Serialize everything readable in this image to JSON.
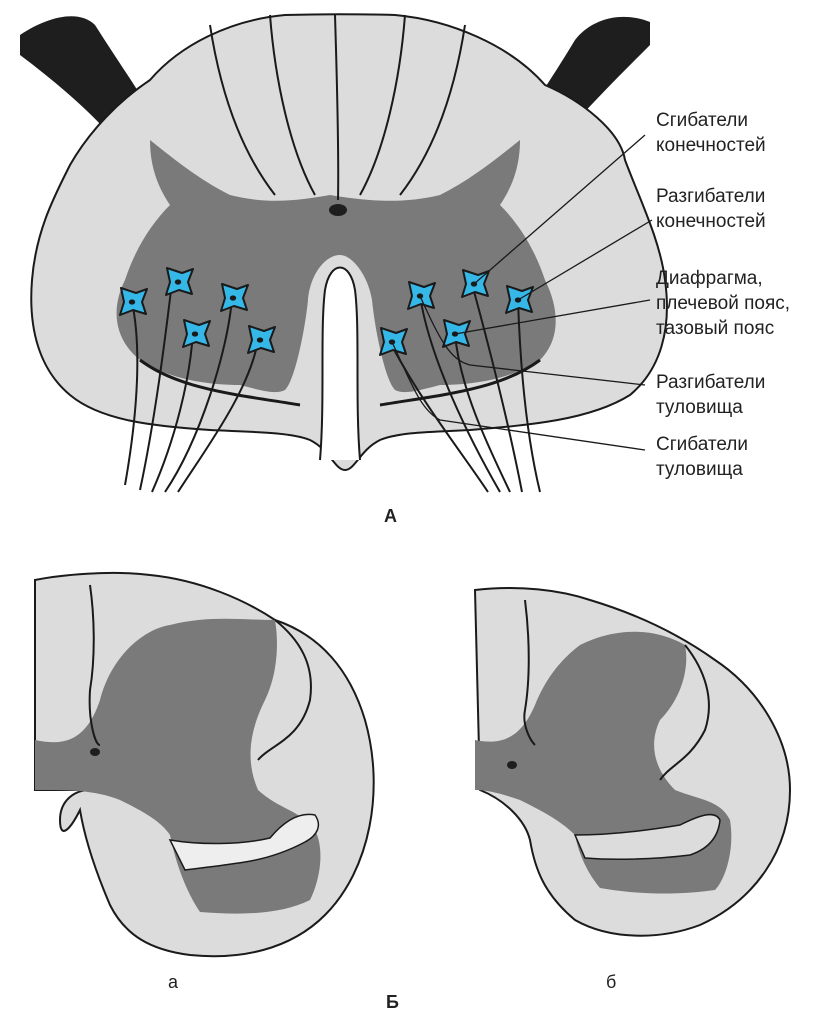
{
  "figure": {
    "panel_a": {
      "label": "А",
      "annotations": [
        {
          "line1": "Сгибатели",
          "line2": "конечностей"
        },
        {
          "line1": "Разгибатели",
          "line2": "конечностей"
        },
        {
          "line1": "Диафрагма,",
          "line2": "плечевой пояс,",
          "line3": "тазовый пояс"
        },
        {
          "line1": "Разгибатели",
          "line2": "туловища"
        },
        {
          "line1": "Сгибатели",
          "line2": "туловища"
        }
      ]
    },
    "panel_b": {
      "label": "Б",
      "sub_a": "а",
      "sub_b": "б"
    }
  },
  "colors": {
    "white_matter": "#dcdcdc",
    "gray_matter": "#7a7a7a",
    "neuron": "#35b8e8",
    "outline": "#1a1a1a"
  }
}
